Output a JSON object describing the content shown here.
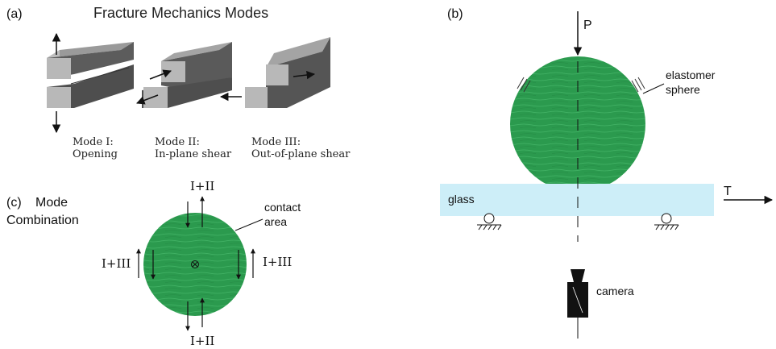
{
  "panel_a": {
    "tag": "(a)",
    "title": "Fracture Mechanics Modes",
    "modes": [
      {
        "name": "Mode I:",
        "desc": "Opening"
      },
      {
        "name": "Mode II:",
        "desc": "In-plane shear"
      },
      {
        "name": "Mode III:",
        "desc": "Out-of-plane shear"
      }
    ]
  },
  "panel_b": {
    "tag": "(b)",
    "load_label": "P",
    "traction_label": "T",
    "sphere_label_line1": "elastomer",
    "sphere_label_line2": "sphere",
    "glass_label": "glass",
    "camera_label": "camera"
  },
  "panel_c": {
    "tag": "(c)",
    "title_line1": "Mode",
    "title_line2": "Combination",
    "contact_label_line1": "contact",
    "contact_label_line2": "area",
    "top_label": "I+II",
    "bottom_label": "I+II",
    "left_label": "I+III",
    "right_label": "I+III"
  },
  "colors": {
    "sphere_green": "#2b9a4e",
    "glass_blue": "#cdeef8",
    "block_gray": "#5a5a5a"
  }
}
